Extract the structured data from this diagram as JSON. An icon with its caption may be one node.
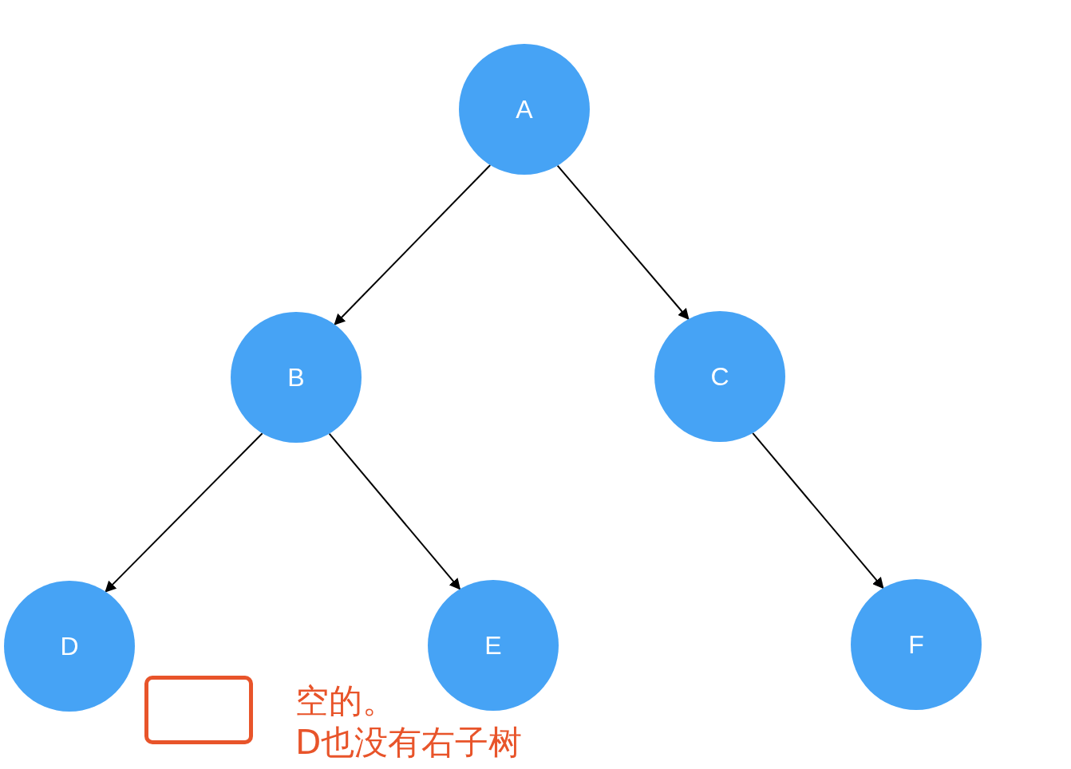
{
  "diagram": {
    "nodes": [
      {
        "text": [
          "A"
        ]
      },
      {
        "text": [
          "B"
        ]
      },
      {
        "text": [
          "C"
        ]
      },
      {
        "text": [
          "D"
        ]
      },
      {
        "text": [
          "E"
        ]
      },
      {
        "text": [
          "F"
        ]
      }
    ],
    "edges": [
      {
        "from": 0,
        "to": 1,
        "arrow": "to"
      },
      {
        "from": 0,
        "to": 2,
        "arrow": "to"
      },
      {
        "from": 1,
        "to": 3,
        "arrow": "to"
      },
      {
        "from": 1,
        "to": 4,
        "arrow": "to"
      },
      {
        "from": 2,
        "to": 5,
        "arrow": "to"
      }
    ],
    "labels": [
      "空的。",
      "D也没有右子树"
    ]
  }
}
